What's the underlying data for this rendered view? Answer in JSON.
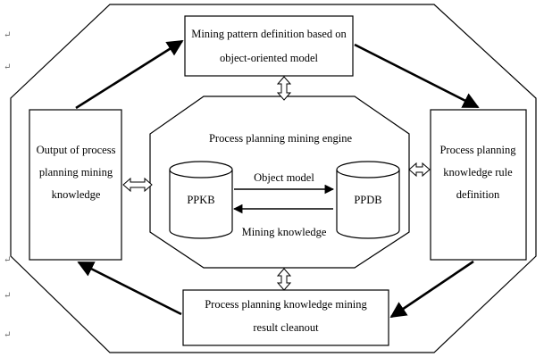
{
  "diagram": {
    "top_box": {
      "line1": "Mining pattern definition based on",
      "line2": "object-oriented model"
    },
    "left_box": {
      "line1": "Output of process",
      "line2": "planning mining",
      "line3": "knowledge"
    },
    "right_box": {
      "line1": "Process planning",
      "line2": "knowledge rule",
      "line3": "definition"
    },
    "bottom_box": {
      "line1": "Process planning knowledge mining",
      "line2": "result cleanout"
    },
    "engine": {
      "title": "Process planning mining engine",
      "left_db": "PPKB",
      "right_db": "PPDB",
      "arrow_top_label": "Object model",
      "arrow_bottom_label": "Mining knowledge"
    },
    "paragraph_marks": [
      "↵",
      "↵",
      "↵",
      "↵",
      "↵"
    ]
  }
}
